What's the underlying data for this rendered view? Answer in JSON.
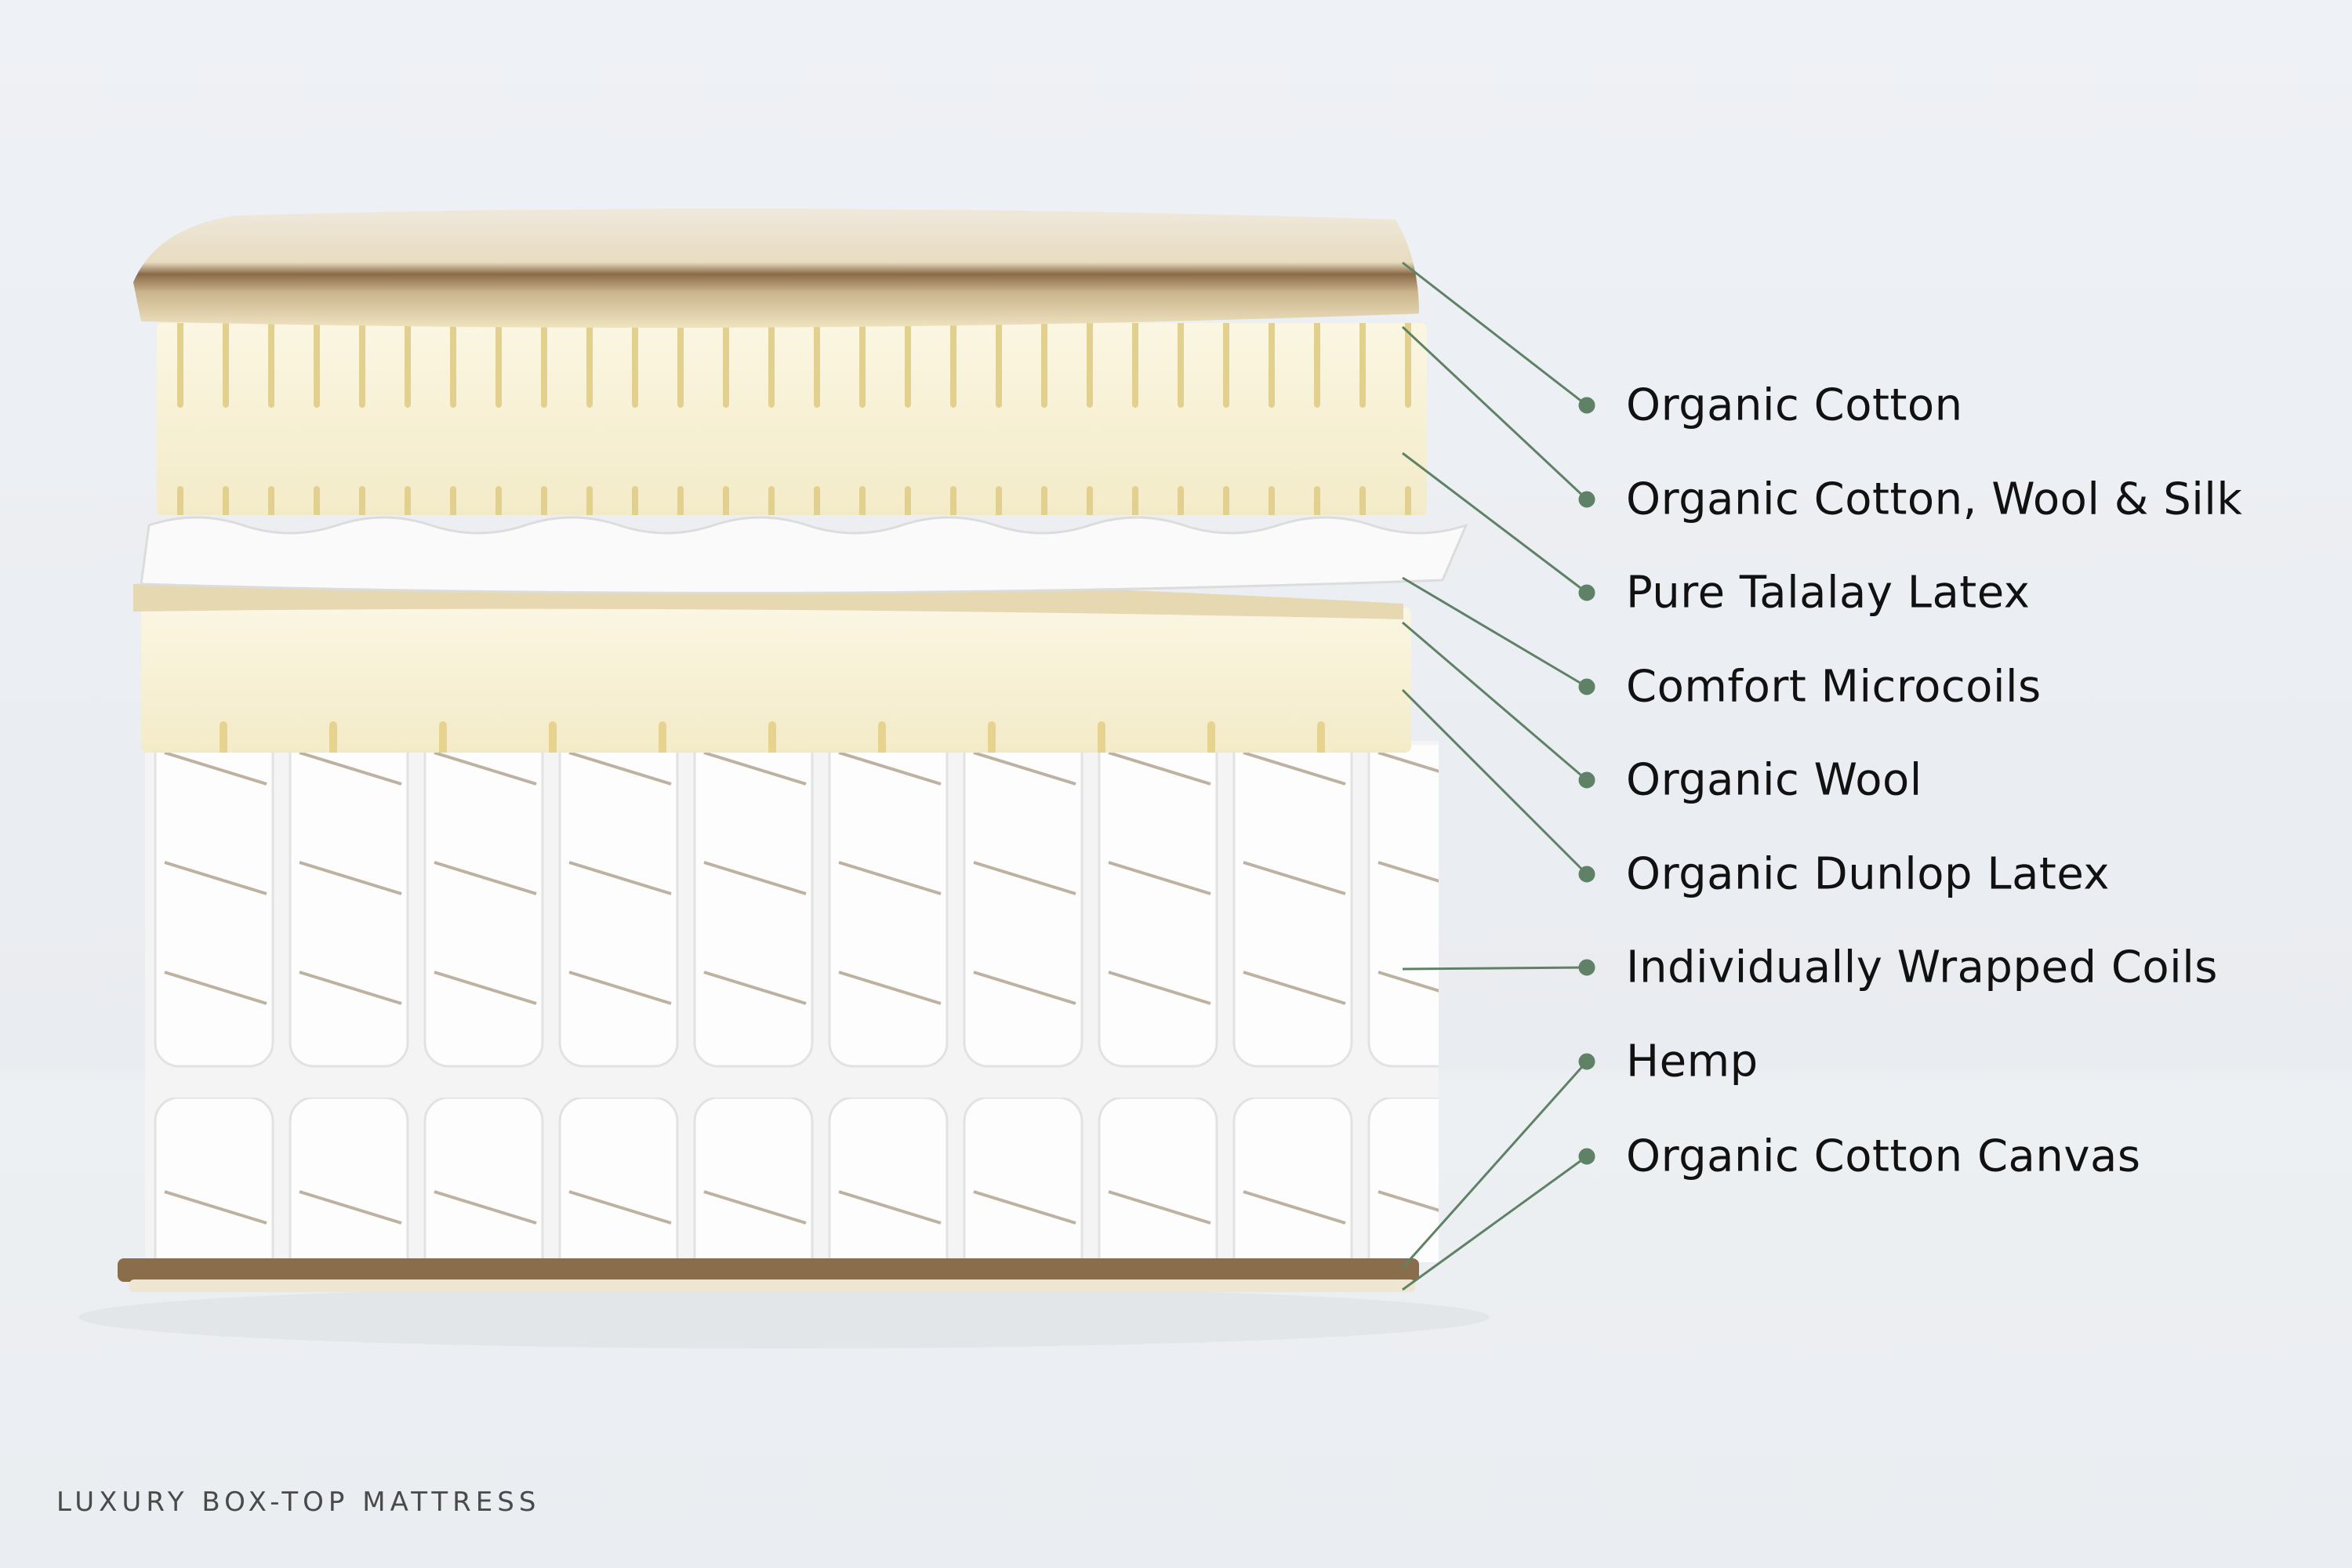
{
  "caption": "LUXURY BOX-TOP MATTRESS",
  "accent_color": "#5f8266",
  "layers": [
    {
      "label": "Organic Cotton"
    },
    {
      "label": "Organic Cotton, Wool & Silk"
    },
    {
      "label": "Pure Talalay Latex"
    },
    {
      "label": "Comfort Microcoils"
    },
    {
      "label": "Organic Wool"
    },
    {
      "label": "Organic Dunlop Latex"
    },
    {
      "label": "Individually Wrapped Coils"
    },
    {
      "label": "Hemp"
    },
    {
      "label": "Organic Cotton Canvas"
    }
  ]
}
